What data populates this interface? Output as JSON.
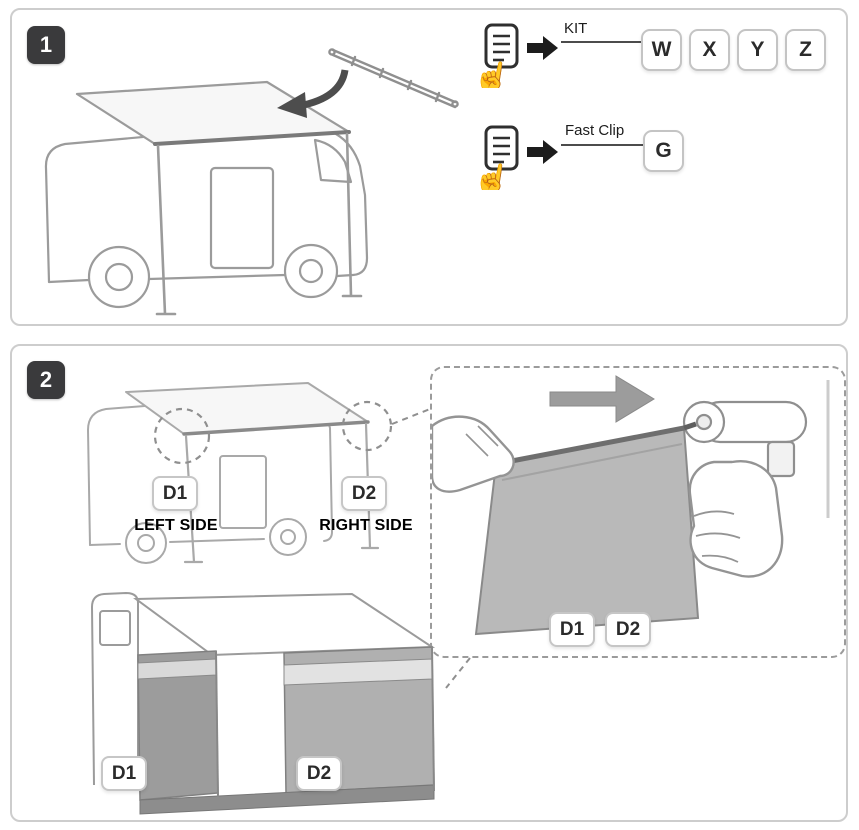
{
  "panel1": {
    "step": "1",
    "kit": {
      "label": "KIT",
      "parts": [
        "W",
        "X",
        "Y",
        "Z"
      ]
    },
    "fast_clip": {
      "label": "Fast Clip",
      "parts": [
        "G"
      ]
    }
  },
  "panel2": {
    "step": "2",
    "left": {
      "tag": "D1",
      "caption": "LEFT SIDE"
    },
    "right": {
      "tag": "D2",
      "caption": "RIGHT SIDE"
    },
    "detail": {
      "tags": [
        "D1",
        "D2"
      ]
    },
    "bottom": {
      "tags": [
        "D1",
        "D2"
      ]
    }
  },
  "icons": {
    "pointing_hand": "☝",
    "instruction_sheet": "instruction-sheet-tap-icon",
    "black_arrow": "right-arrow",
    "gray_arrow": "slide-direction-right-arrow"
  },
  "colors": {
    "step_badge_bg": "#3a3a3c",
    "panel_border": "#cdcdcd",
    "part_box_border": "#c4c4c4",
    "line_art": "#9b9b9b",
    "fabric_gray": "#b9b9b9",
    "arrow_gray": "#9c9c9c",
    "arrow_black": "#1c1c1c"
  }
}
